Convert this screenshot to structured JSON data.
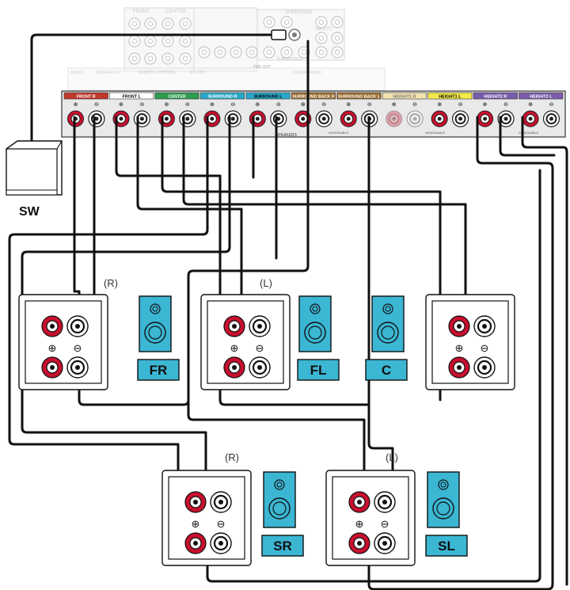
{
  "receiver": {
    "top_jacks": [
      "FRONT",
      "CENTER",
      "SURROUND",
      "HEIGHT1",
      "SUBWOOFER",
      "PRE OUT"
    ],
    "panel_labels": [
      "AUDIO",
      "TRIGGER OUT",
      "REMOTE CONTROL",
      "RS-232C",
      "DIGITAL AUDIO"
    ],
    "terminals": [
      {
        "label": "FRONT R",
        "color": "#c0392b",
        "text_color": "#ffffff",
        "dim": false
      },
      {
        "label": "FRONT L",
        "color": "#ffffff",
        "text_color": "#000000",
        "dim": false
      },
      {
        "label": "CENTER",
        "color": "#2e9b4f",
        "text_color": "#ffffff",
        "dim": false
      },
      {
        "label": "SURROUND R",
        "color": "#2aa8c9",
        "text_color": "#ffffff",
        "dim": false
      },
      {
        "label": "SURROUND L",
        "color": "#2aa8c9",
        "text_color": "#000000",
        "dim": false
      },
      {
        "label": "SURROUND BACK R",
        "color": "#9b6a2c",
        "text_color": "#ffffff",
        "dim": false
      },
      {
        "label": "SURROUND BACK L",
        "color": "#9b6a2c",
        "text_color": "#ffffff",
        "dim": false
      },
      {
        "label": "HEIGHT1 R",
        "color": "#f3e3b0",
        "text_color": "#777777",
        "dim": true
      },
      {
        "label": "HEIGHT1 L",
        "color": "#f2ea4b",
        "text_color": "#000000",
        "dim": false
      },
      {
        "label": "HEIGHT2 R",
        "color": "#7b5cab",
        "text_color": "#ffffff",
        "dim": false
      },
      {
        "label": "HEIGHT2 L",
        "color": "#7b5cab",
        "text_color": "#ffffff",
        "dim": false
      }
    ],
    "plus_symbol": "⊕",
    "minus_symbol": "⊖",
    "speakers_caption": "SPEAKERS",
    "assignable_caption": "ASSIGNABLE"
  },
  "subwoofer": {
    "label": "SW"
  },
  "speakers": [
    {
      "id": "FR",
      "label": "FR",
      "channel": "(R)"
    },
    {
      "id": "FL",
      "label": "FL",
      "channel": "(L)"
    },
    {
      "id": "C",
      "label": "C",
      "channel": ""
    },
    {
      "id": "SR",
      "label": "SR",
      "channel": "(R)"
    },
    {
      "id": "SL",
      "label": "SL",
      "channel": "(L)"
    }
  ],
  "colors": {
    "speaker_badge": "#3bb6d3",
    "terminal_red": "#c8102e",
    "cable": "#111111"
  }
}
